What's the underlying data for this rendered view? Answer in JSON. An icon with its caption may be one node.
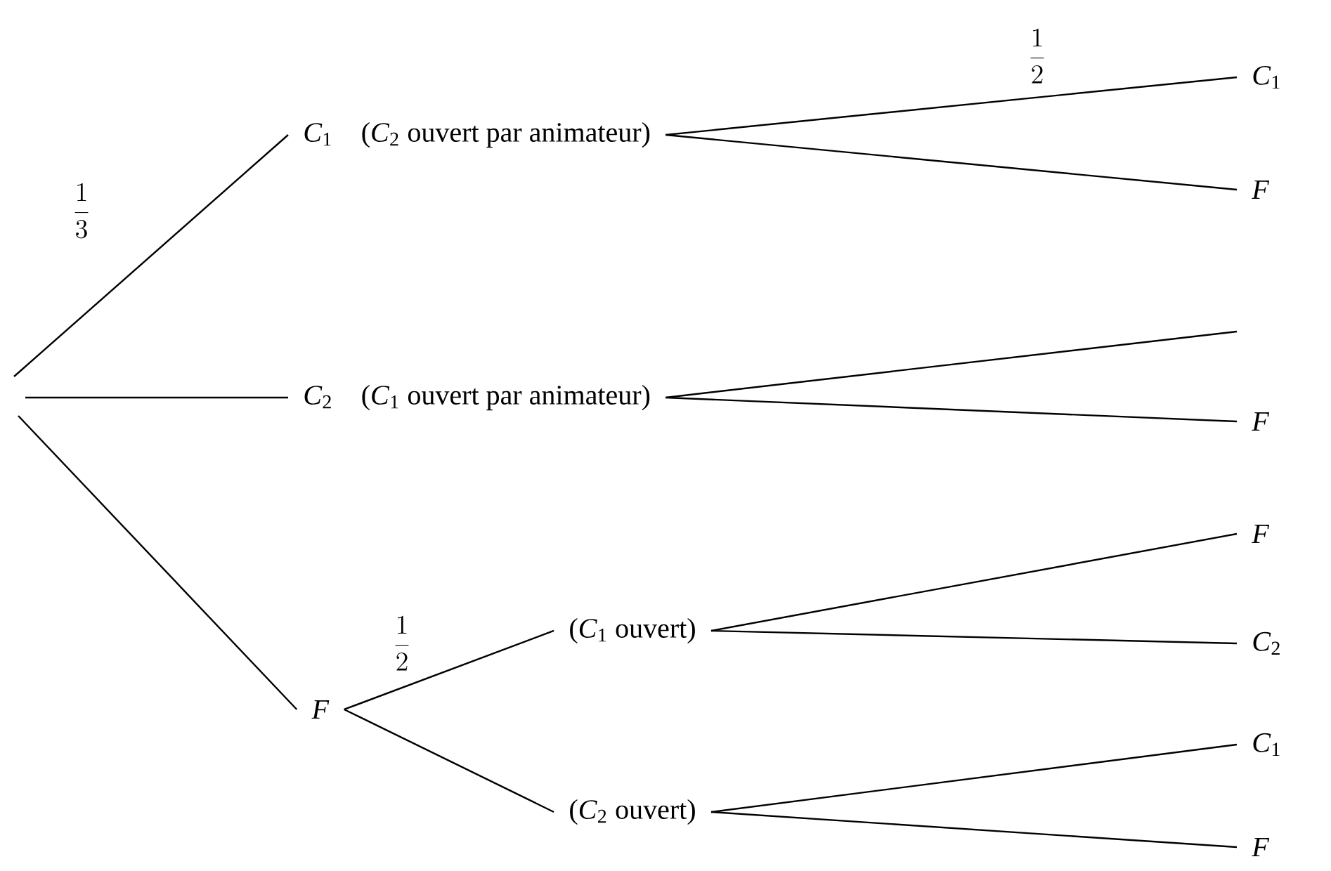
{
  "diagram": {
    "nodes": [
      {
        "text": [
          "*C*$_{1}$",
          "(*C*$_{2}$ ouvert par animateur)"
        ]
      },
      {
        "text": [
          "*C*$_{2}$",
          "(*C*$_{1}$ ouvert par animateur)"
        ]
      },
      {
        "text": [
          "*F*"
        ]
      },
      {
        "text": [
          "(*C*$_{1}$ ouvert)"
        ]
      },
      {
        "text": [
          "(*C*$_{2}$ ouvert)"
        ]
      },
      {
        "text": [
          "*C*$_{1}$"
        ]
      },
      {
        "text": [
          "*F*"
        ]
      },
      {
        "text": [
          "*F*"
        ]
      },
      {
        "text": [
          "*F*"
        ]
      },
      {
        "text": [
          "*C*$_{2}$"
        ]
      },
      {
        "text": [
          "*C*$_{1}$"
        ]
      },
      {
        "text": [
          "*F*"
        ]
      }
    ],
    "edges": [
      {
        "from": null,
        "to": 0,
        "arrow": "none",
        "label": "\\frac{1}{3}"
      },
      {
        "from": null,
        "to": 1,
        "arrow": "none"
      },
      {
        "from": null,
        "to": 2,
        "arrow": "none"
      },
      {
        "from": 2,
        "to": 3,
        "arrow": "none",
        "label": "\\frac{1}{2}"
      },
      {
        "from": 2,
        "to": 4,
        "arrow": "none"
      },
      {
        "from": 0,
        "to": 5,
        "arrow": "none",
        "label": "\\frac{1}{2}"
      },
      {
        "from": 0,
        "to": 6,
        "arrow": "none"
      },
      {
        "from": 1,
        "to": null,
        "arrow": "none"
      },
      {
        "from": 1,
        "to": 7,
        "arrow": "none"
      },
      {
        "from": 3,
        "to": 8,
        "arrow": "none"
      },
      {
        "from": 3,
        "to": 9,
        "arrow": "none"
      },
      {
        "from": 4,
        "to": 10,
        "arrow": "none"
      },
      {
        "from": 4,
        "to": 11,
        "arrow": "none"
      }
    ]
  }
}
